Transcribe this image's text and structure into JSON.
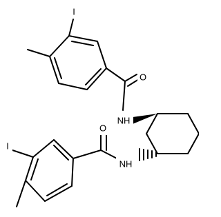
{
  "molecule": {
    "labels": {
      "iodine_top": "I",
      "oxygen_top": "O",
      "nh_top": "NH",
      "oxygen_bottom": "O",
      "iodine_bottom": "I",
      "nh_bottom": "NH"
    }
  },
  "colors": {
    "bond": "#000000",
    "text": "#000000",
    "background": "#ffffff"
  }
}
